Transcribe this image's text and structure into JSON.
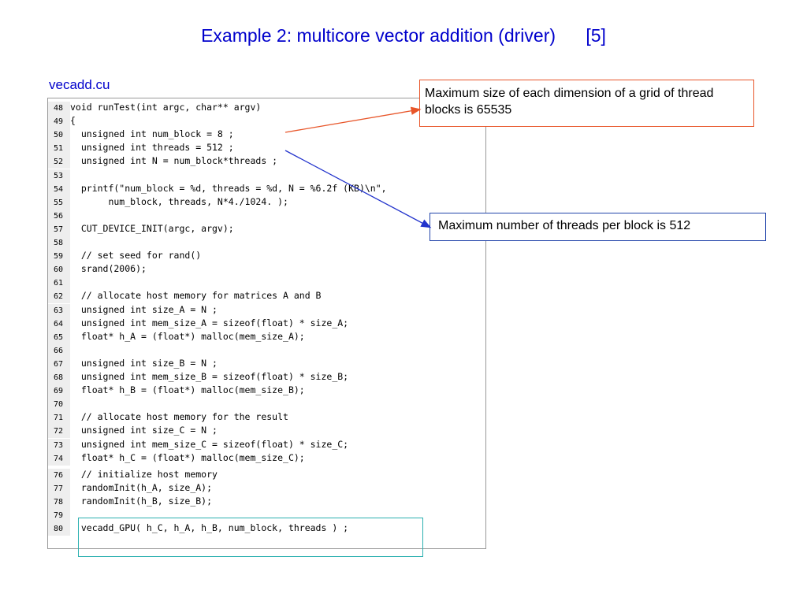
{
  "slide": {
    "title": "Example 2: multicore vector addition (driver)      [5]",
    "filename": "vecadd.cu"
  },
  "code": [
    {
      "n": "48",
      "t": "void runTest(int argc, char** argv)"
    },
    {
      "n": "49",
      "t": "{"
    },
    {
      "n": "50",
      "t": "  unsigned int num_block = 8 ;"
    },
    {
      "n": "51",
      "t": "  unsigned int threads = 512 ;"
    },
    {
      "n": "52",
      "t": "  unsigned int N = num_block*threads ;"
    },
    {
      "n": "53",
      "t": ""
    },
    {
      "n": "54",
      "t": "  printf(\"num_block = %d, threads = %d, N = %6.2f (KB)\\n\","
    },
    {
      "n": "55",
      "t": "       num_block, threads, N*4./1024. );"
    },
    {
      "n": "56",
      "t": ""
    },
    {
      "n": "57",
      "t": "  CUT_DEVICE_INIT(argc, argv);"
    },
    {
      "n": "58",
      "t": ""
    },
    {
      "n": "59",
      "t": "  // set seed for rand()"
    },
    {
      "n": "60",
      "t": "  srand(2006);"
    },
    {
      "n": "61",
      "t": ""
    },
    {
      "n": "62",
      "t": "  // allocate host memory for matrices A and B"
    },
    {
      "n": "63",
      "t": "  unsigned int size_A = N ;"
    },
    {
      "n": "64",
      "t": "  unsigned int mem_size_A = sizeof(float) * size_A;"
    },
    {
      "n": "65",
      "t": "  float* h_A = (float*) malloc(mem_size_A);"
    },
    {
      "n": "66",
      "t": ""
    },
    {
      "n": "67",
      "t": "  unsigned int size_B = N ;"
    },
    {
      "n": "68",
      "t": "  unsigned int mem_size_B = sizeof(float) * size_B;"
    },
    {
      "n": "69",
      "t": "  float* h_B = (float*) malloc(mem_size_B);"
    },
    {
      "n": "70",
      "t": ""
    },
    {
      "n": "71",
      "t": "  // allocate host memory for the result"
    },
    {
      "n": "72",
      "t": "  unsigned int size_C = N ;"
    },
    {
      "n": "73",
      "t": "  unsigned int mem_size_C = sizeof(float) * size_C;"
    },
    {
      "n": "74",
      "t": "  float* h_C = (float*) malloc(mem_size_C);"
    },
    {
      "n": "76",
      "t": "  // initialize host memory"
    },
    {
      "n": "77",
      "t": "  randomInit(h_A, size_A);"
    },
    {
      "n": "78",
      "t": "  randomInit(h_B, size_B);"
    },
    {
      "n": "79",
      "t": ""
    },
    {
      "n": "80",
      "t": "  vecadd_GPU( h_C, h_A, h_B, num_block, threads ) ;"
    }
  ],
  "callouts": {
    "grid": "Maximum size of each dimension of a grid of thread blocks is  65535",
    "threads": "Maximum number of threads per block is 512"
  },
  "colors": {
    "title": "#0000cc",
    "callout_grid_border": "#e8562a",
    "callout_threads_border": "#2244aa",
    "arrow_red": "#e8562a",
    "arrow_blue": "#2233cc",
    "highlight_border": "#2bb0b0"
  }
}
